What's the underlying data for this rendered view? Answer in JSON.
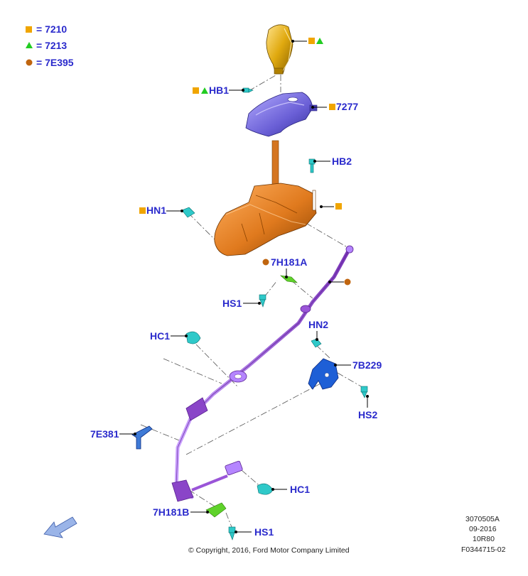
{
  "legend": [
    {
      "symbol": "square",
      "color": "#f0a500",
      "text": "= 7210"
    },
    {
      "symbol": "triangle",
      "color": "#22cc22",
      "text": "= 7213"
    },
    {
      "symbol": "circle",
      "color": "#c0650f",
      "text": "= 7E395"
    }
  ],
  "callouts": {
    "hb1": "HB1",
    "p7277": "7277",
    "hb2": "HB2",
    "hn1": "HN1",
    "p7h181a": "7H181A",
    "hs1_top": "HS1",
    "hc1_top": "HC1",
    "hn2": "HN2",
    "p7b229": "7B229",
    "hs2": "HS2",
    "p7e381": "7E381",
    "hc1_bottom": "HC1",
    "p7h181b": "7H181B",
    "hs1_bottom": "HS1"
  },
  "meta": {
    "ref": "3070505A",
    "date": "09-2016",
    "model": "10R80",
    "figure": "F0344715-02",
    "copyright": "© Copyright, 2016, Ford Motor Company Limited"
  },
  "colors": {
    "knob": "#e0a90f",
    "bezel": "#6a5fd6",
    "housing": "#e07a1e",
    "cable": "#9a55d8",
    "fastener": "#2fc9c9",
    "bracket": "#1e5fd6",
    "clip_green": "#5fd22a",
    "label_blue": "#2a2acc"
  }
}
